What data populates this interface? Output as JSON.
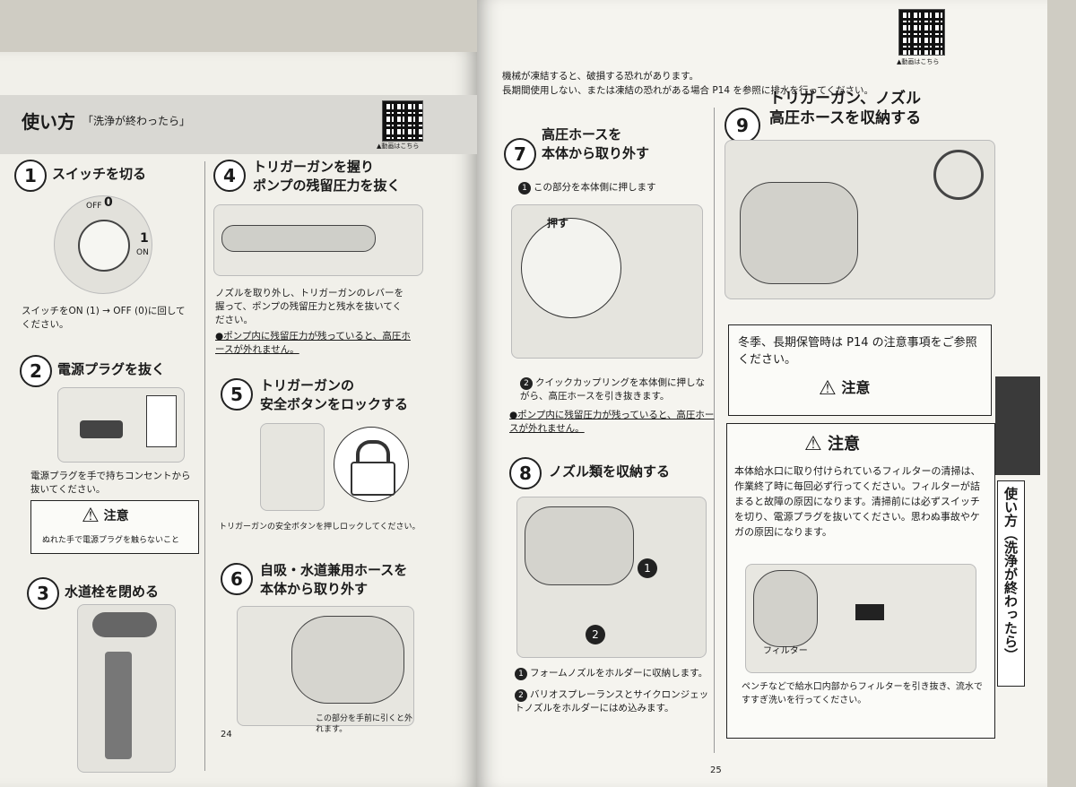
{
  "left": {
    "header": {
      "title": "使い方",
      "subtitle": "「洗浄が終わったら」",
      "qr_caption": "▲動画はこちら"
    },
    "step1": {
      "num": "1",
      "title": "スイッチを切る",
      "dial_off": "OFF",
      "dial_0": "0",
      "dial_1": "1",
      "dial_on": "ON",
      "desc": "スイッチをON (1) → OFF (0)に回してください。"
    },
    "step2": {
      "num": "2",
      "title": "電源プラグを抜く",
      "desc": "電源プラグを手で持ちコンセントから抜いてください。",
      "warn_label": "注意",
      "warn_text": "ぬれた手で電源プラグを触らないこと"
    },
    "step3": {
      "num": "3",
      "title": "水道栓を閉める"
    },
    "step4": {
      "num": "4",
      "title_l1": "トリガーガンを握り",
      "title_l2": "ポンプの残留圧力を抜く",
      "desc": "ノズルを取り外し、トリガーガンのレバーを握って、ポンプの残留圧力と残水を抜いてください。",
      "note": "●ポンプ内に残留圧力が残っていると、高圧ホースが外れません。"
    },
    "step5": {
      "num": "5",
      "title_l1": "トリガーガンの",
      "title_l2": "安全ボタンをロックする",
      "desc": "トリガーガンの安全ボタンを押しロックしてください。"
    },
    "step6": {
      "num": "6",
      "title_l1": "自吸・水道兼用ホースを",
      "title_l2": "本体から取り外す",
      "callout": "この部分を手前に引くと外れます。"
    },
    "page_num": "24"
  },
  "right": {
    "top_text_l1": "機械が凍結すると、破損する恐れがあります。",
    "top_text_l2": "長期間使用しない、または凍結の恐れがある場合 P14 を参照に排水を行ってください。",
    "qr_caption": "▲動画はこちら",
    "step7": {
      "num": "7",
      "title_l1": "高圧ホースを",
      "title_l2": "本体から取り外す",
      "sub1": "この部分を本体側に押します",
      "push": "押す",
      "sub2": "クイックカップリングを本体側に押しながら、高圧ホースを引き抜きます。",
      "note": "●ポンプ内に残留圧力が残っていると、高圧ホースが外れません。"
    },
    "step8": {
      "num": "8",
      "title": "ノズル類を収納する",
      "item1": "フォームノズルをホルダーに収納します。",
      "item2": "バリオスプレーランスとサイクロンジェットノズルをホルダーにはめ込みます。"
    },
    "step9": {
      "num": "9",
      "title_l1": "トリガーガン、ノズル",
      "title_l2": "高圧ホースを収納する"
    },
    "winter_box": {
      "text": "冬季、長期保管時は P14 の注意事項をご参照ください。",
      "warn_label": "注意"
    },
    "caution_box": {
      "label": "注意",
      "text": "本体給水口に取り付けられているフィルターの清掃は、作業終了時に毎回必ず行ってください。フィルターが詰まると故障の原因になります。清掃前には必ずスイッチを切り、電源プラグを抜いてください。思わぬ事故やケガの原因になります。",
      "filter_label": "フィルター",
      "bottom": "ペンチなどで給水口内部からフィルターを引き抜き、流水ですすぎ洗いを行ってください。"
    },
    "side_tab": "使い方（洗浄が終わったら）",
    "page_num": "25"
  }
}
